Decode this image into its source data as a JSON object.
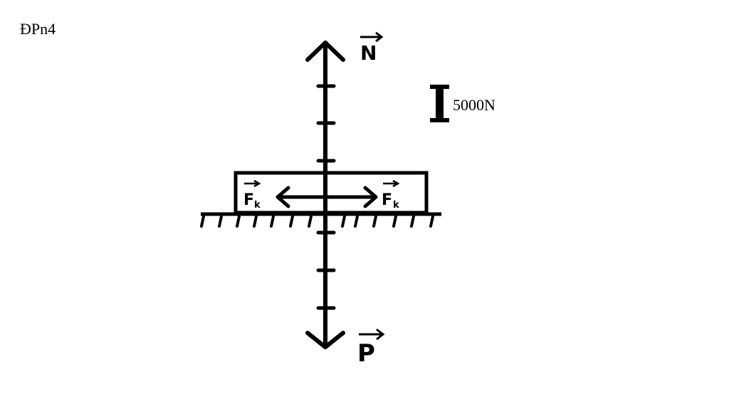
{
  "label_top_left": "ĐPn4",
  "scale": {
    "label": "5000N"
  },
  "forces": {
    "normal": {
      "label": "N",
      "symbol": "normal-force-vector"
    },
    "weight": {
      "label": "P",
      "symbol": "weight-force-vector"
    },
    "friction_left": {
      "label": "F",
      "subscript": "k",
      "symbol": "friction-force-vector"
    },
    "traction_right": {
      "label": "F",
      "subscript": "k",
      "symbol": "traction-force-vector"
    }
  },
  "colors": {
    "ink": "#000000",
    "background": "#ffffff"
  }
}
